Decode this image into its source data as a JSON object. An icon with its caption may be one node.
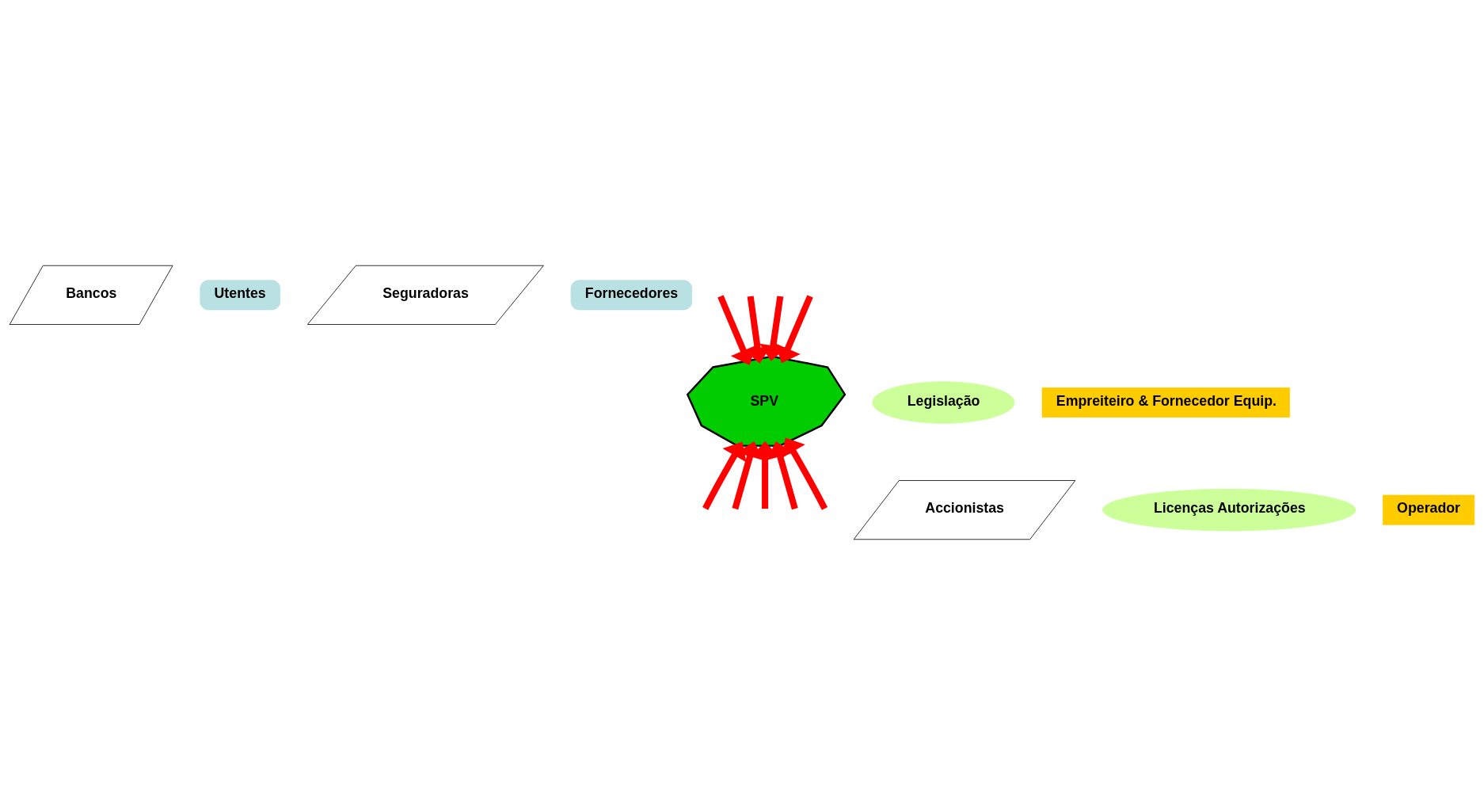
{
  "diagram": {
    "nodes": [
      {
        "text": [
          "Bancos"
        ]
      },
      {
        "text": [
          "Utentes"
        ]
      },
      {
        "text": [
          "Seguradoras"
        ]
      },
      {
        "text": [
          "Fornecedores"
        ]
      },
      {
        "text": [
          "SPV"
        ]
      },
      {
        "text": [
          "Legislação"
        ]
      },
      {
        "text": [
          "Empreiteiro & Fornecedor Equip."
        ]
      },
      {
        "text": [
          "Accionistas"
        ]
      },
      {
        "text": [
          "Licenças Autorizações"
        ]
      },
      {
        "text": [
          "Operador"
        ]
      }
    ],
    "edges": [
      {
        "from": null,
        "to": 4,
        "arrow": "to"
      },
      {
        "from": null,
        "to": 4,
        "arrow": "to"
      },
      {
        "from": null,
        "to": 4,
        "arrow": "to"
      },
      {
        "from": null,
        "to": 4,
        "arrow": "to"
      },
      {
        "from": null,
        "to": 4,
        "arrow": "to"
      },
      {
        "from": null,
        "to": 4,
        "arrow": "to"
      },
      {
        "from": null,
        "to": 4,
        "arrow": "to"
      },
      {
        "from": null,
        "to": 4,
        "arrow": "to"
      },
      {
        "from": null,
        "to": 4,
        "arrow": "to"
      }
    ]
  }
}
